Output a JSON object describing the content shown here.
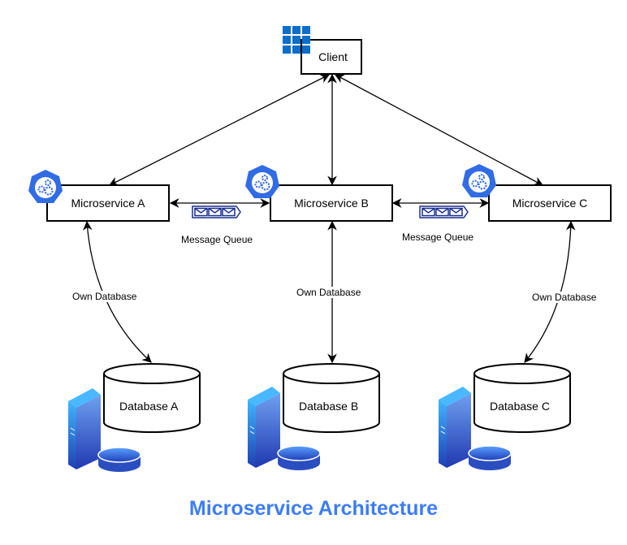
{
  "title": "Microservice Architecture",
  "colors": {
    "title": "#3d7cf5",
    "kube_icon": "#326ce5",
    "client_icon": "#0d6ec9",
    "queue_icon": "#1a2e8f",
    "server_light": "#3fb6ff",
    "server_dark": "#1f3fb3"
  },
  "client": {
    "label": "Client",
    "icon": "grid-app-icon"
  },
  "services": [
    {
      "id": "a",
      "label": "Microservice A",
      "icon": "kubernetes-gear-icon"
    },
    {
      "id": "b",
      "label": "Microservice B",
      "icon": "kubernetes-gear-icon"
    },
    {
      "id": "c",
      "label": "Microservice C",
      "icon": "kubernetes-gear-icon"
    }
  ],
  "queues": [
    {
      "label": "Message Queue",
      "icon": "message-queue-icon",
      "between": [
        "a",
        "b"
      ]
    },
    {
      "label": "Message Queue",
      "icon": "message-queue-icon",
      "between": [
        "b",
        "c"
      ]
    }
  ],
  "databases": [
    {
      "id": "a",
      "label": "Database A",
      "edge_label": "Own Database",
      "icon": "server-database-icon"
    },
    {
      "id": "b",
      "label": "Database B",
      "edge_label": "Own Database",
      "icon": "server-database-icon"
    },
    {
      "id": "c",
      "label": "Database C",
      "edge_label": "Own Database",
      "icon": "server-database-icon"
    }
  ]
}
